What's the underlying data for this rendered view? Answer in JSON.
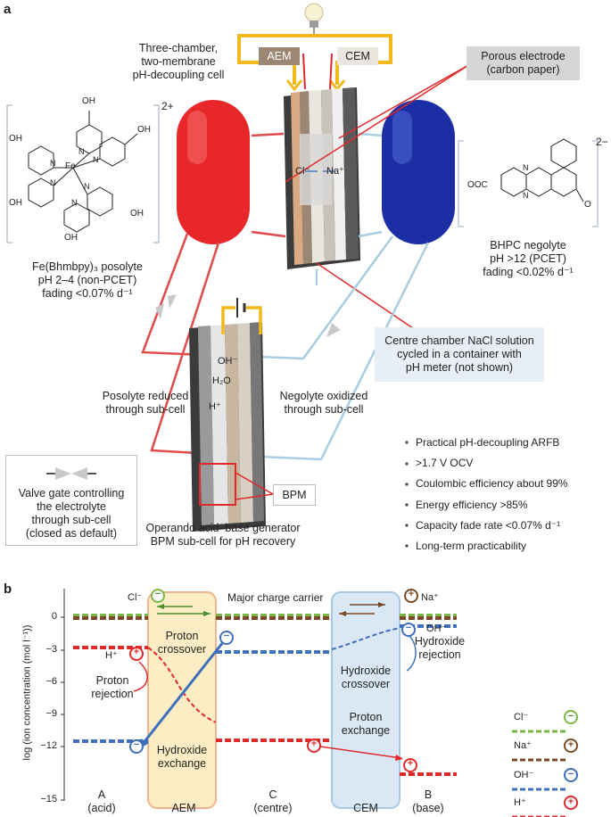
{
  "panel_a": {
    "letter": "a",
    "cell_label": [
      "Three-chamber,",
      "two-membrane",
      "pH-decoupling cell"
    ],
    "aem": "AEM",
    "cem": "CEM",
    "porous_electrode": [
      "Porous electrode",
      "(carbon paper)"
    ],
    "cl": "Cl⁻",
    "na": "Na⁺",
    "charge_posolyte": "2+",
    "charge_negolyte": "2−",
    "posolyte": [
      "Fe(Bhmbpy)₃ posolyte",
      "pH 2–4 (non-PCET)",
      "fading <0.07% d⁻¹"
    ],
    "negolyte": [
      "BHPC negolyte",
      "pH >12 (PCET)",
      "fading <0.02% d⁻¹"
    ],
    "centre_chamber": [
      "Centre chamber NaCl solution",
      "cycled in a container with",
      "pH meter (not shown)"
    ],
    "posolyte_reduced": [
      "Posolyte reduced",
      "through sub-cell"
    ],
    "negolyte_oxidized": [
      "Negolyte oxidized",
      "through sub-cell"
    ],
    "oh": "OH⁻",
    "h2o": "H₂O",
    "hplus": "H⁺",
    "bpm": "BPM",
    "valve": [
      "Valve gate controlling",
      "the electrolyte",
      "through sub-cell",
      "(closed as default)"
    ],
    "generator": [
      "Operando acid–base generator",
      "BPM sub-cell for pH recovery"
    ],
    "features": [
      "Practical pH-decoupling ARFB",
      ">1.7 V OCV",
      "Coulombic efficiency about 99%",
      "Energy efficiency >85%",
      "Capacity fade rate <0.07% d⁻¹",
      "Long-term practicability"
    ],
    "chem": {
      "oh": "OH",
      "fe": "Fe",
      "n": "N",
      "ooc": "OOC",
      "o": "O"
    }
  },
  "panel_b": {
    "letter": "b",
    "major_carrier": "Major charge carrier",
    "aem_text": [
      "Proton",
      "crossover"
    ],
    "aem_text2": [
      "Hydroxide",
      "exchange"
    ],
    "cem_text": [
      "Hydroxide",
      "crossover"
    ],
    "cem_text2": [
      "Proton",
      "exchange"
    ],
    "hplus": "H⁺",
    "ohminus": "OH⁻",
    "cl": "Cl⁻",
    "na": "Na⁺",
    "proton_rejection": [
      "Proton",
      "rejection"
    ],
    "hydroxide_rejection": [
      "Hydroxide",
      "rejection"
    ],
    "legend": [
      {
        "label": "Cl⁻",
        "color": "#7ab648",
        "sign": "−"
      },
      {
        "label": "Na⁺",
        "color": "#7a4a26",
        "sign": "+"
      },
      {
        "label": "OH⁻",
        "color": "#3f6fba",
        "sign": "−"
      },
      {
        "label": "H⁺",
        "color": "#e0292a",
        "sign": "+"
      }
    ],
    "regions": [
      {
        "name": "A",
        "sub": "(acid)"
      },
      {
        "name": "AEM",
        "sub": ""
      },
      {
        "name": "C",
        "sub": "(centre)"
      },
      {
        "name": "CEM",
        "sub": ""
      },
      {
        "name": "B",
        "sub": "(base)"
      }
    ],
    "ylabel": "log (ion concentration (mol l⁻¹))",
    "yticks": [
      "0",
      "−3",
      "−6",
      "−9",
      "−12",
      "−15"
    ]
  }
}
